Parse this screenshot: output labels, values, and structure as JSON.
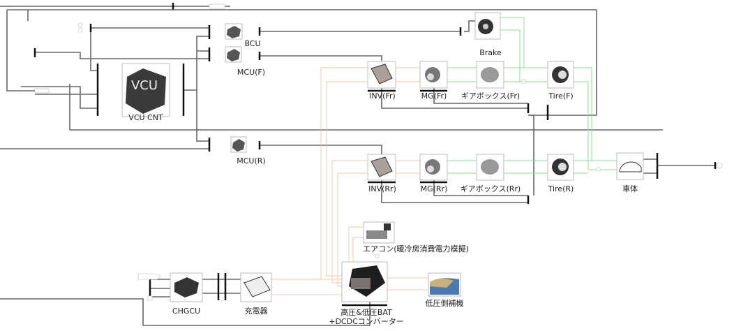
{
  "blocks": {
    "vcu": {
      "label": "VCU CNT",
      "icon_text": "VCU"
    },
    "bcu": {
      "label": "BCU"
    },
    "mcu_f": {
      "label": "MCU(F)"
    },
    "mcu_r": {
      "label": "MCU(R)"
    },
    "brake": {
      "label": "Brake"
    },
    "inv_fr": {
      "label": "INV(Fr)"
    },
    "mg_fr": {
      "label": "MG(Fr)"
    },
    "gearbox_fr": {
      "label": "ギアボックス(Fr)"
    },
    "tire_f": {
      "label": "Tire(F)"
    },
    "inv_rr": {
      "label": "INV(Rr)"
    },
    "mg_rr": {
      "label": "MG(Rr)"
    },
    "gearbox_rr": {
      "label": "ギアボックス(Rr)"
    },
    "tire_r": {
      "label": "Tire(R)"
    },
    "body": {
      "label": "車体"
    },
    "aircon": {
      "label": "エアコン(暖冷房消費電力模擬)"
    },
    "battery": {
      "label_line1": "高圧&低圧BAT",
      "label_line2": "+DCDCコンバーター"
    },
    "lv_aux": {
      "label": "低圧側補機"
    },
    "chgcu": {
      "label": "CHGCU"
    },
    "charger": {
      "label": "充電器"
    }
  },
  "colors": {
    "signal": "#666666",
    "electrical": "#f3c9a6",
    "mechanical": "#8fdc8f",
    "bus": "#111111"
  }
}
